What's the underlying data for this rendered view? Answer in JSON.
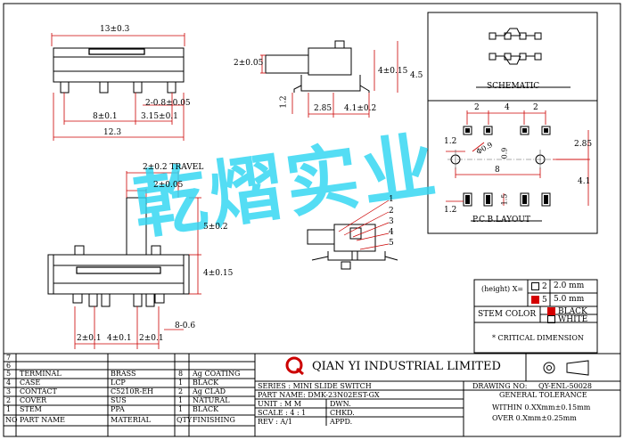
{
  "dims_top": {
    "width": "13±0.3",
    "dim1": "2-0.8±0.05",
    "dim2": "8±0.1",
    "dim3": "3.15±0.1",
    "dim4": "12.3"
  },
  "dims_side": {
    "h1": "2±0.05",
    "h2": "4±0.15",
    "h3": "4.5",
    "w1": "2.85",
    "w2": "4.1±0.2",
    "v1": "1.2"
  },
  "schematic_label": "SCHEMATIC",
  "pcb": {
    "d1": "2",
    "d2": "4",
    "d3": "2",
    "d4": "2.85",
    "d5": "1.2",
    "d6": "Φ0.9",
    "d7": "0.9",
    "d8": "8",
    "d9": "4.1",
    "d10": "1.5",
    "d11": "1.2",
    "label": "P.C.B.LAYOUT"
  },
  "dims_front": {
    "travel": "2±0.2 TRAVEL",
    "d1": "2±0.05",
    "d2": "5±0.2",
    "d3": "4±0.15",
    "d4": "8-0.6",
    "b1": "2±0.1",
    "b2": "4±0.1",
    "b3": "2±0.1"
  },
  "callouts": [
    "1",
    "2",
    "3",
    "4",
    "5"
  ],
  "watermark": "乾熠实业",
  "height": {
    "label": "(height) X=",
    "opt1_num": "2",
    "opt1_val": "2.0 mm",
    "opt2_num": "5",
    "opt2_val": "5.0 mm"
  },
  "stem_color": {
    "label": "STEM COLOR",
    "opt1": "BLACK",
    "opt2": "WHITE"
  },
  "critical": "* CRITICAL  DIMENSION",
  "bom": {
    "rows": [
      {
        "no": "7",
        "part": "",
        "mat": "",
        "qty": "",
        "fin": ""
      },
      {
        "no": "6",
        "part": "",
        "mat": "",
        "qty": "",
        "fin": ""
      },
      {
        "no": "5",
        "part": "TERMINAL",
        "mat": "BRASS",
        "qty": "8",
        "fin": "Ag COATING"
      },
      {
        "no": "4",
        "part": "CASE",
        "mat": "LCP",
        "qty": "1",
        "fin": "BLACK"
      },
      {
        "no": "3",
        "part": "CONTACT",
        "mat": "C5210R-EH",
        "qty": "2",
        "fin": "Ag CLAD"
      },
      {
        "no": "2",
        "part": "COVER",
        "mat": "SUS",
        "qty": "1",
        "fin": "NATURAL"
      },
      {
        "no": "1",
        "part": "STEM",
        "mat": "PPA",
        "qty": "1",
        "fin": "BLACK"
      }
    ],
    "header": {
      "no": "NO",
      "part": "PART NAME",
      "mat": "MATERIAL",
      "qty": "QTY",
      "fin": "FINISHING"
    }
  },
  "company": "QIAN YI INDUSTRIAL LIMITED",
  "title_block": {
    "series": "SERIES : MINI SLIDE SWITCH",
    "part_name": "PART NAME: DMK-23N02EST-GX",
    "unit": "UNIT : M M",
    "dwn": "DWN.",
    "scale": "SCALE : 4 : 1",
    "chkd": "CHKD.",
    "rev": "REV  :  A/1",
    "appd": "APPD.",
    "drawing_no_label": "DRAWING NO:",
    "drawing_no": "QY-ENL-50028",
    "tolerance": "GENERAL TOLERANCE",
    "tol1": "WITHIN 0.XXmm±0.15mm",
    "tol2": "OVER   0.Xmm±0.25mm"
  }
}
